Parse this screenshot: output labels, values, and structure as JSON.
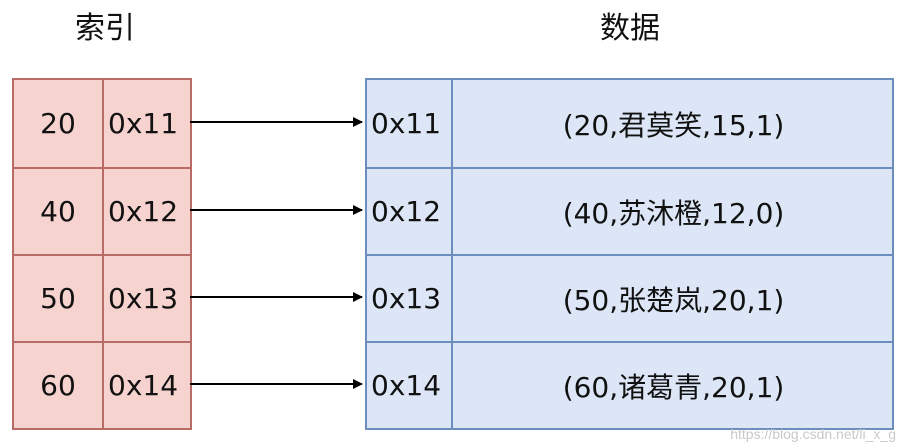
{
  "index_title": "索引",
  "data_title": "数据",
  "index_rows": [
    {
      "key": "20",
      "pointer": "0x11"
    },
    {
      "key": "40",
      "pointer": "0x12"
    },
    {
      "key": "50",
      "pointer": "0x13"
    },
    {
      "key": "60",
      "pointer": "0x14"
    }
  ],
  "data_rows": [
    {
      "address": "0x11",
      "record": "(20,君莫笑,15,1)"
    },
    {
      "address": "0x12",
      "record": "(40,苏沐橙,12,0)"
    },
    {
      "address": "0x13",
      "record": "(50,张楚岚,20,1)"
    },
    {
      "address": "0x14",
      "record": "(60,诸葛青,20,1)"
    }
  ],
  "watermark": "https://blog.csdn.net/li_x_g",
  "colors": {
    "index_fill": "#f7d3d0",
    "index_border": "#b86b67",
    "data_fill": "#dce6f6",
    "data_border": "#6c8ebf",
    "arrow": "#000000"
  }
}
